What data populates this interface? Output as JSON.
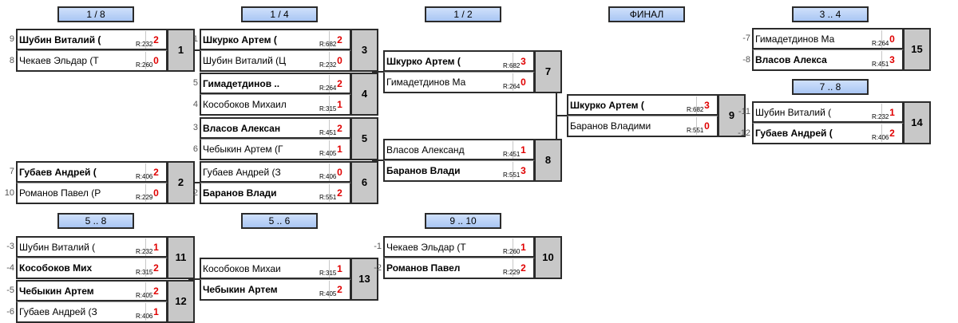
{
  "headers": [
    {
      "id": "r1",
      "label": "1 / 8"
    },
    {
      "id": "r2",
      "label": "1 / 4"
    },
    {
      "id": "r3",
      "label": "1 / 2"
    },
    {
      "id": "r4",
      "label": "ФИНАЛ"
    },
    {
      "id": "r5",
      "label": "3 .. 4"
    },
    {
      "id": "r6",
      "label": "7 .. 8"
    },
    {
      "id": "r7",
      "label": "5 .. 8"
    },
    {
      "id": "r8",
      "label": "5 .. 6"
    },
    {
      "id": "r9",
      "label": "9 .. 10"
    }
  ],
  "matches": [
    {
      "num": "1",
      "top": {
        "seed": "9",
        "name": "Шубин Виталий (",
        "rating": "R:232",
        "score": "2",
        "winner": true
      },
      "bottom": {
        "seed": "8",
        "name": "Чекаев Эльдар (Т",
        "rating": "R:260",
        "score": "0",
        "winner": false
      }
    },
    {
      "num": "2",
      "top": {
        "seed": "7",
        "name": "Губаев Андрей (",
        "rating": "R:406",
        "score": "2",
        "winner": true
      },
      "bottom": {
        "seed": "10",
        "name": "Романов Павел (Р",
        "rating": "R:229",
        "score": "0",
        "winner": false
      }
    },
    {
      "num": "3",
      "top": {
        "seed": "1",
        "name": "Шкурко Артем (",
        "rating": "R:682",
        "score": "2",
        "winner": true
      },
      "bottom": {
        "seed": "",
        "name": "Шубин Виталий (Ц",
        "rating": "R:232",
        "score": "0",
        "winner": false
      }
    },
    {
      "num": "4",
      "top": {
        "seed": "5",
        "name": "Гимадетдинов ..",
        "rating": "R:264",
        "score": "2",
        "winner": true
      },
      "bottom": {
        "seed": "4",
        "name": "Кособоков Михаил",
        "rating": "R:315",
        "score": "1",
        "winner": false
      }
    },
    {
      "num": "5",
      "top": {
        "seed": "3",
        "name": "Власов Алексан",
        "rating": "R:451",
        "score": "2",
        "winner": true
      },
      "bottom": {
        "seed": "6",
        "name": "Чебыкин Артем (Г",
        "rating": "R:405",
        "score": "1",
        "winner": false
      }
    },
    {
      "num": "6",
      "top": {
        "seed": "",
        "name": "Губаев Андрей (З",
        "rating": "R:406",
        "score": "0",
        "winner": false
      },
      "bottom": {
        "seed": "2",
        "name": "Баранов Влади",
        "rating": "R:551",
        "score": "2",
        "winner": true
      }
    },
    {
      "num": "7",
      "top": {
        "seed": "",
        "name": "Шкурко Артем (",
        "rating": "R:682",
        "score": "3",
        "winner": true
      },
      "bottom": {
        "seed": "",
        "name": "Гимадетдинов Ма",
        "rating": "R:264",
        "score": "0",
        "winner": false
      }
    },
    {
      "num": "8",
      "top": {
        "seed": "",
        "name": "Власов Александ",
        "rating": "R:451",
        "score": "1",
        "winner": false
      },
      "bottom": {
        "seed": "",
        "name": "Баранов Влади",
        "rating": "R:551",
        "score": "3",
        "winner": true
      }
    },
    {
      "num": "9",
      "top": {
        "seed": "",
        "name": "Шкурко Артем (",
        "rating": "R:682",
        "score": "3",
        "winner": true
      },
      "bottom": {
        "seed": "",
        "name": "Баранов Владими",
        "rating": "R:551",
        "score": "0",
        "winner": false
      }
    },
    {
      "num": "15",
      "top": {
        "seed": "-7",
        "name": "Гимадетдинов Ма",
        "rating": "R:264",
        "score": "0",
        "winner": false
      },
      "bottom": {
        "seed": "-8",
        "name": "Власов Алекса",
        "rating": "R:451",
        "score": "3",
        "winner": true
      }
    },
    {
      "num": "14",
      "top": {
        "seed": "-11",
        "name": "Шубин Виталий (",
        "rating": "R:232",
        "score": "1",
        "winner": false
      },
      "bottom": {
        "seed": "-12",
        "name": "Губаев Андрей (",
        "rating": "R:406",
        "score": "2",
        "winner": true
      }
    },
    {
      "num": "11",
      "top": {
        "seed": "-3",
        "name": "Шубин Виталий (",
        "rating": "R:232",
        "score": "1",
        "winner": false
      },
      "bottom": {
        "seed": "-4",
        "name": "Кособоков Мих",
        "rating": "R:315",
        "score": "2",
        "winner": true
      }
    },
    {
      "num": "12",
      "top": {
        "seed": "-5",
        "name": "Чебыкин Артем",
        "rating": "R:405",
        "score": "2",
        "winner": true
      },
      "bottom": {
        "seed": "-6",
        "name": "Губаев Андрей (З",
        "rating": "R:406",
        "score": "1",
        "winner": false
      }
    },
    {
      "num": "13",
      "top": {
        "seed": "",
        "name": "Кособоков Михаи",
        "rating": "R:315",
        "score": "1",
        "winner": false
      },
      "bottom": {
        "seed": "",
        "name": "Чебыкин Артем",
        "rating": "R:405",
        "score": "2",
        "winner": true
      }
    },
    {
      "num": "10",
      "top": {
        "seed": "-1",
        "name": "Чекаев Эльдар (Т",
        "rating": "R:260",
        "score": "1",
        "winner": false
      },
      "bottom": {
        "seed": "-2",
        "name": "Романов Павел",
        "rating": "R:229",
        "score": "2",
        "winner": true
      }
    }
  ]
}
